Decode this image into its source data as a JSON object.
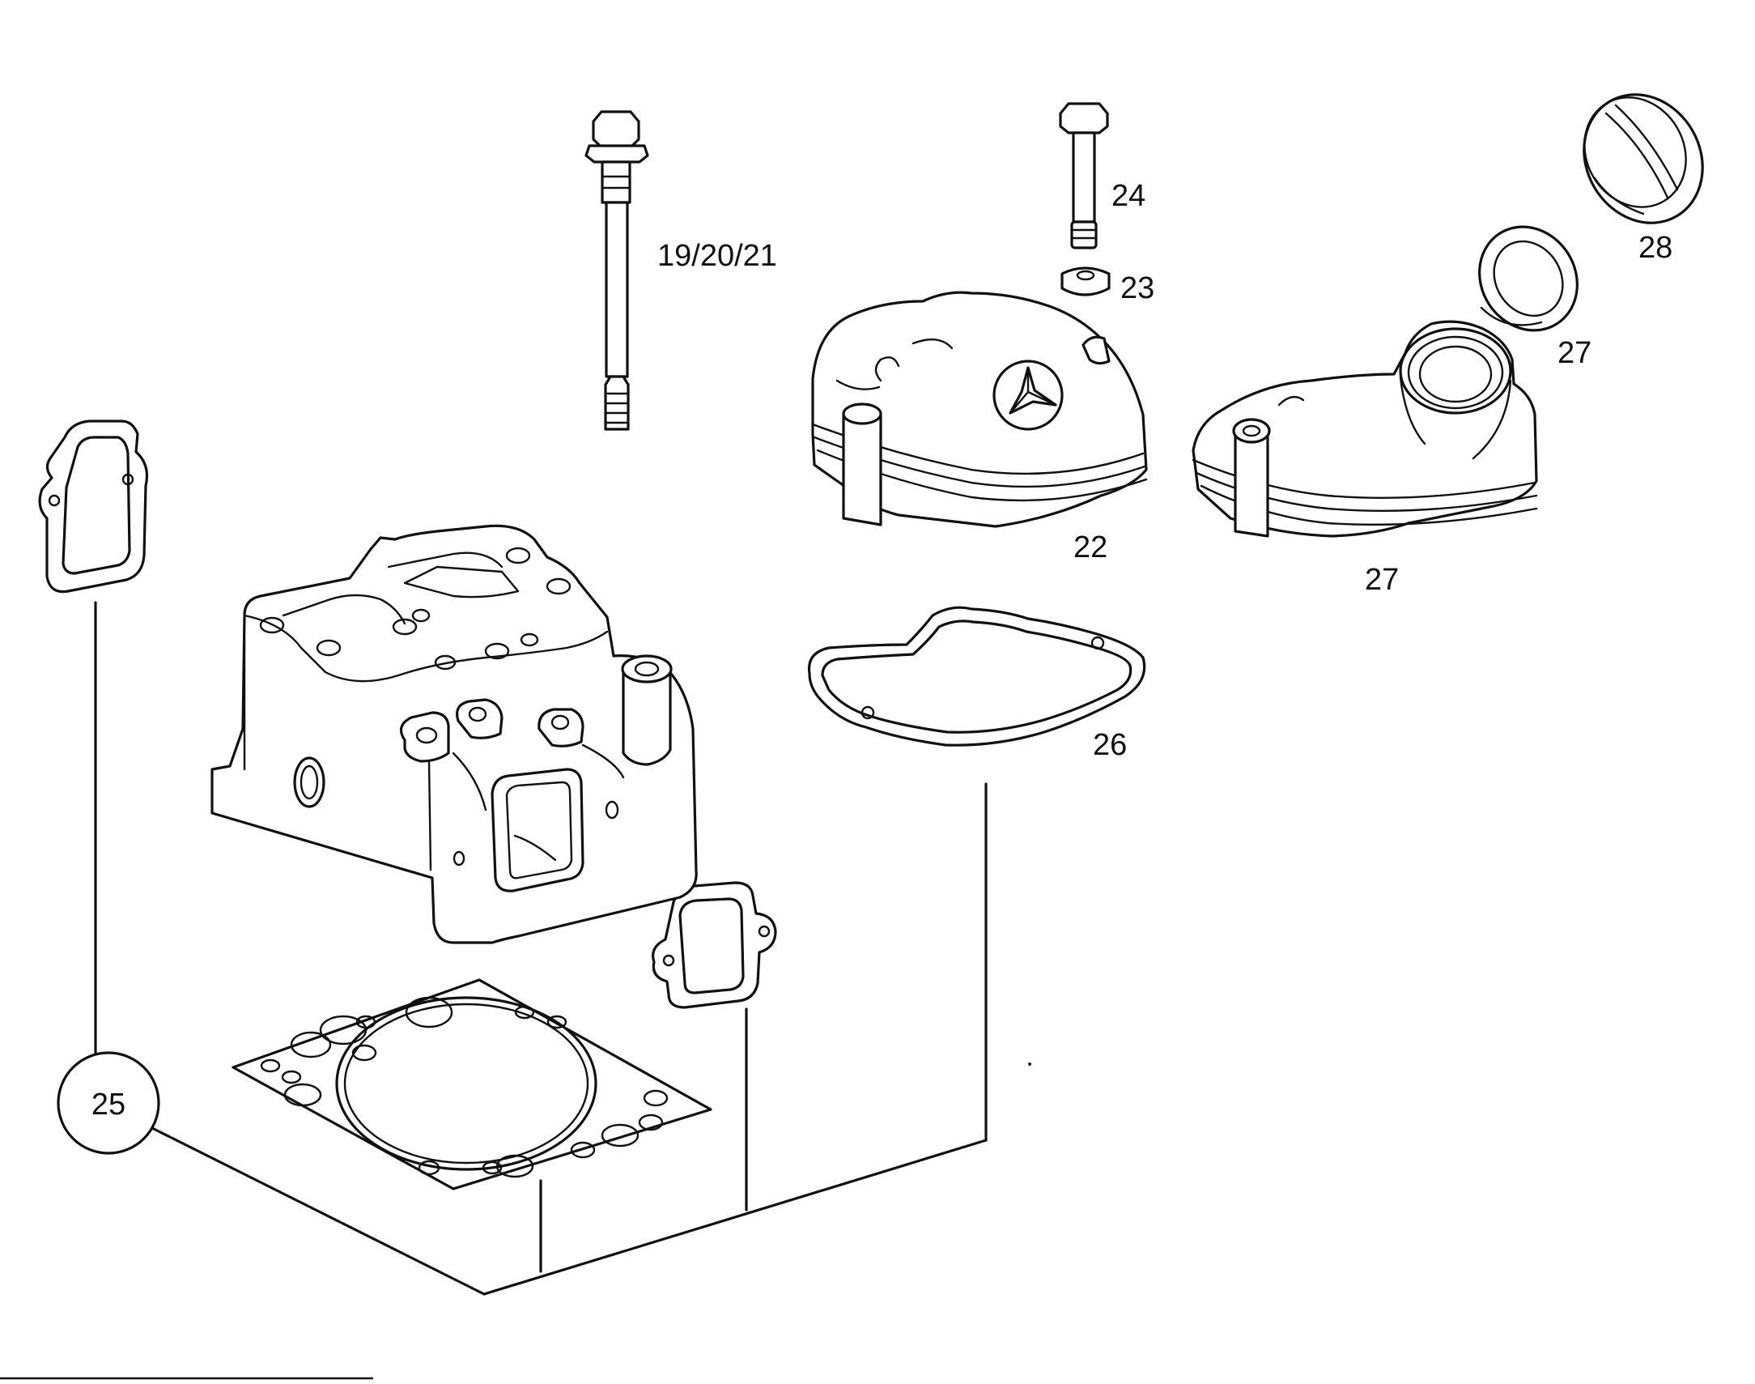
{
  "labels": {
    "bolt_19_20_21": "19/20/21",
    "bolt_24": "24",
    "washer_23": "23",
    "cover_22": "22",
    "cover_27": "27",
    "ring_27": "27",
    "cap_28": "28",
    "gasket_26": "26",
    "kit_25": "25"
  }
}
